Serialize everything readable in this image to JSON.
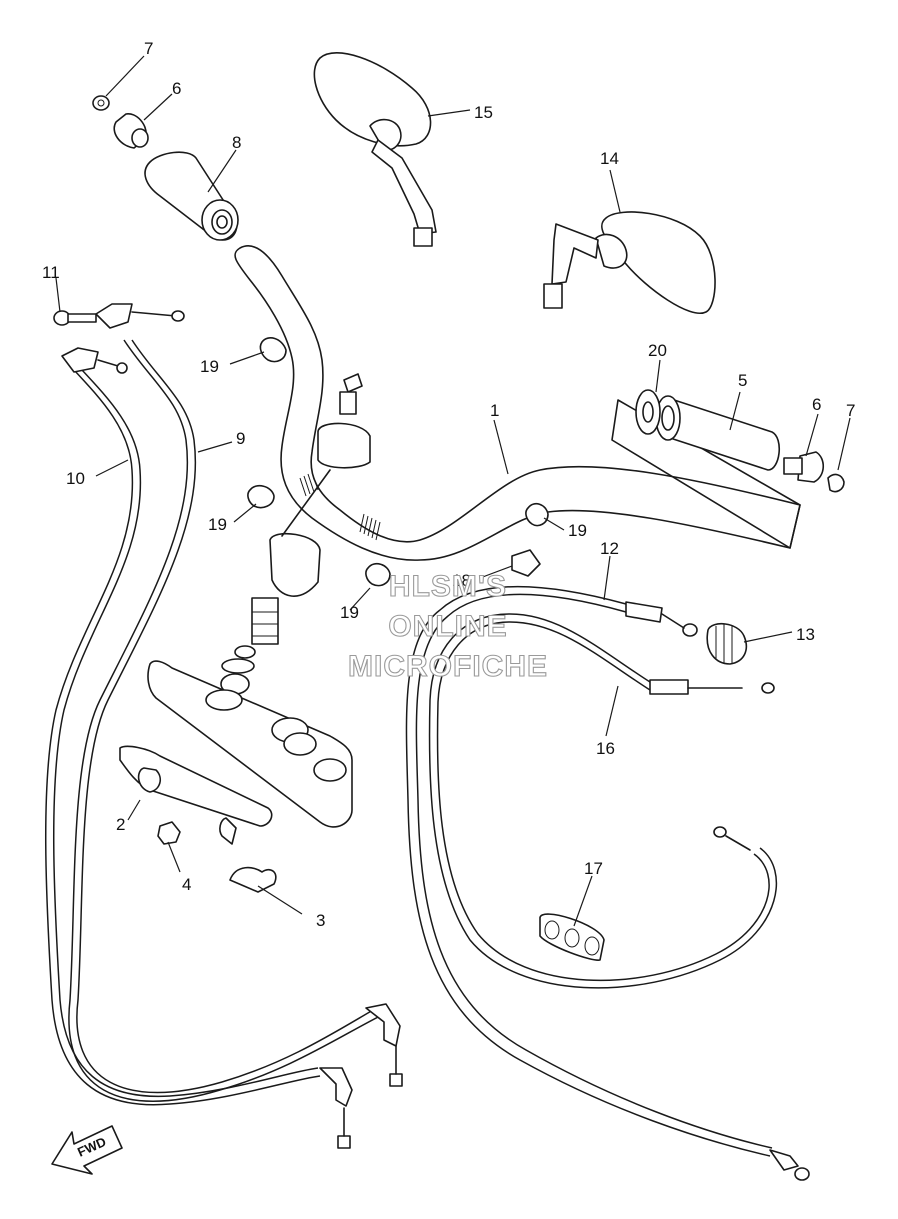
{
  "diagram": {
    "callouts": [
      {
        "id": "c1",
        "label": "1"
      },
      {
        "id": "c2",
        "label": "2"
      },
      {
        "id": "c3",
        "label": "3"
      },
      {
        "id": "c4",
        "label": "4"
      },
      {
        "id": "c5",
        "label": "5"
      },
      {
        "id": "c6a",
        "label": "6"
      },
      {
        "id": "c6b",
        "label": "6"
      },
      {
        "id": "c7a",
        "label": "7"
      },
      {
        "id": "c7b",
        "label": "7"
      },
      {
        "id": "c8",
        "label": "8"
      },
      {
        "id": "c9",
        "label": "9"
      },
      {
        "id": "c10",
        "label": "10"
      },
      {
        "id": "c11",
        "label": "11"
      },
      {
        "id": "c12",
        "label": "12"
      },
      {
        "id": "c13",
        "label": "13"
      },
      {
        "id": "c14",
        "label": "14"
      },
      {
        "id": "c15",
        "label": "15"
      },
      {
        "id": "c16",
        "label": "16"
      },
      {
        "id": "c17",
        "label": "17"
      },
      {
        "id": "c18",
        "label": "18"
      },
      {
        "id": "c19a",
        "label": "19"
      },
      {
        "id": "c19b",
        "label": "19"
      },
      {
        "id": "c19c",
        "label": "19"
      },
      {
        "id": "c19d",
        "label": "19"
      },
      {
        "id": "c20",
        "label": "20"
      }
    ],
    "watermark": [
      "HLSM'S",
      "ONLINE",
      "MICROFICHE"
    ],
    "direction_arrow": {
      "label": "FWD",
      "icon": "fwd-arrow-icon"
    }
  }
}
